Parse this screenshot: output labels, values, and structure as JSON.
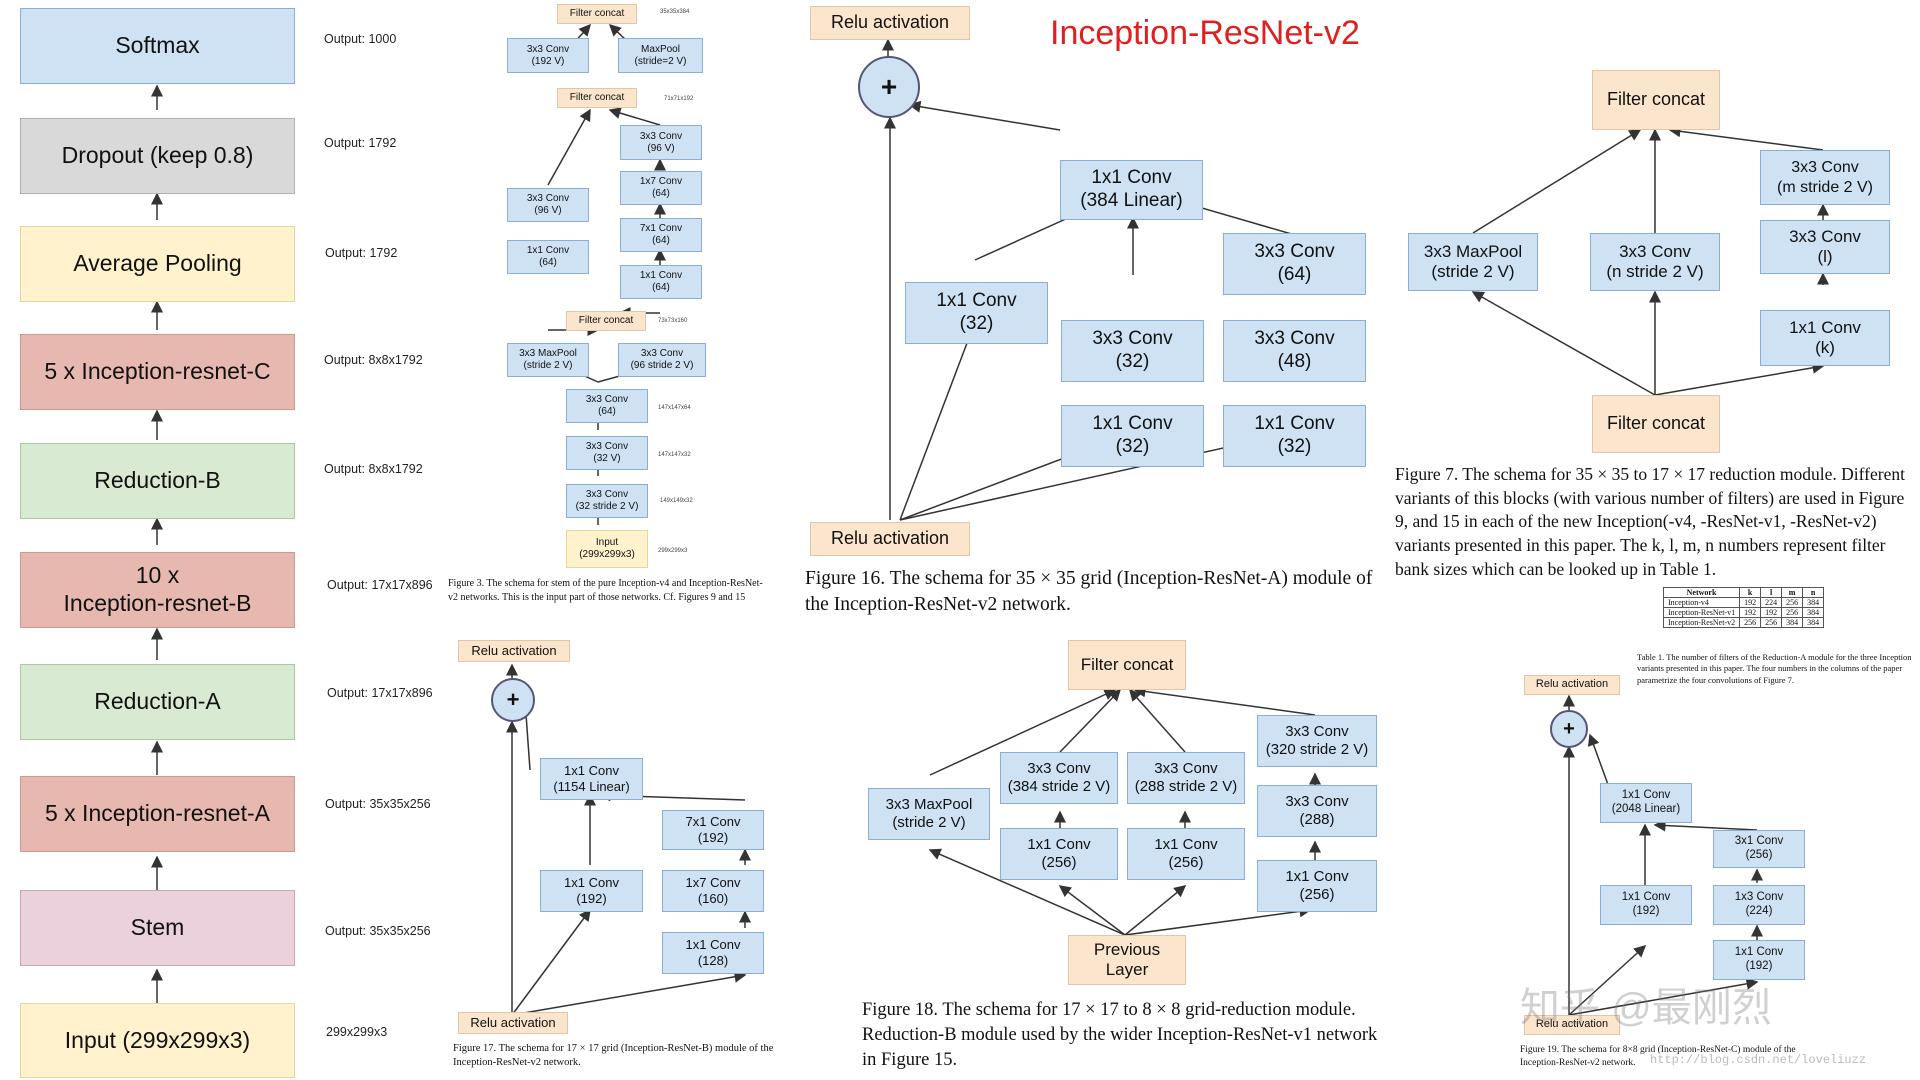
{
  "left_stack": {
    "blocks": [
      "Softmax",
      "Dropout (keep 0.8)",
      "Average Pooling",
      "5 x Inception-resnet-C",
      "Reduction-B",
      "10 x\nInception-resnet-B",
      "Reduction-A",
      "5 x Inception-resnet-A",
      "Stem",
      "Input (299x299x3)"
    ],
    "colors": [
      "#cfe2f3",
      "#d9d9d9",
      "#fff2cc",
      "#e6b8af",
      "#d9ead3",
      "#e6b8af",
      "#d9ead3",
      "#e6b8af",
      "#ead1dc",
      "#fff2cc"
    ],
    "outputs": [
      "Output: 1000",
      "Output: 1792",
      "Output: 1792",
      "Output: 8x8x1792",
      "Output: 8x8x1792",
      "Output: 17x17x896",
      "Output: 17x17x896",
      "Output: 35x35x256",
      "Output: 35x35x256",
      "299x299x3"
    ]
  },
  "stem": {
    "boxes": [
      "Filter concat",
      "3x3 Conv\n(192 V)",
      "MaxPool\n(stride=2 V)",
      "Filter concat",
      "3x3 Conv\n(96 V)",
      "1x7 Conv\n(64)",
      "7x1 Conv\n(64)",
      "1x1 Conv\n(64)",
      "3x3 Conv\n(96 V)",
      "1x1 Conv\n(64)",
      "Filter concat",
      "3x3 MaxPool\n(stride 2 V)",
      "3x3 Conv\n(96 stride 2 V)",
      "3x3 Conv\n(64)",
      "3x3 Conv\n(32 V)",
      "3x3 Conv\n(32 stride 2 V)",
      "Input\n(299x299x3)"
    ],
    "dims": [
      "35x35x384",
      "71x71x192",
      "73x73x160",
      "147x147x64",
      "147x147x32",
      "149x149x32",
      "299x299x3"
    ],
    "caption": "Figure 3. The schema for stem of the pure Inception-v4 and Inception-ResNet-v2 networks. This is the input part of those networks. Cf. Figures 9 and 15"
  },
  "fig17": {
    "boxes": [
      "Relu activation",
      "1x1 Conv\n(1154 Linear)",
      "7x1 Conv\n(192)",
      "1x1 Conv\n(192)",
      "1x7 Conv\n(160)",
      "1x1 Conv\n(128)",
      "Relu activation"
    ],
    "plus": "+",
    "caption": "Figure 17. The schema for 17 × 17 grid (Inception-ResNet-B) module of the Inception-ResNet-v2 network."
  },
  "fig16": {
    "title": "Inception-ResNet-v2",
    "boxes": [
      "Relu activation",
      "1x1 Conv\n(384 Linear)",
      "1x1 Conv\n(32)",
      "3x3 Conv\n(32)",
      "3x3 Conv\n(64)",
      "3x3 Conv\n(48)",
      "1x1 Conv\n(32)",
      "1x1 Conv\n(32)",
      "Relu activation"
    ],
    "plus": "+",
    "caption": "Figure 16. The schema for 35 × 35 grid (Inception-ResNet-A) module of the Inception-ResNet-v2 network."
  },
  "fig18": {
    "boxes": [
      "Filter concat",
      "3x3 Conv\n(320 stride 2 V)",
      "3x3 Conv\n(384 stride 2 V)",
      "3x3 Conv\n(288 stride 2 V)",
      "3x3 Conv\n(288)",
      "3x3 MaxPool\n(stride 2 V)",
      "1x1 Conv\n(256)",
      "1x1 Conv\n(256)",
      "1x1 Conv\n(256)",
      "Previous\nLayer"
    ],
    "caption": "Figure 18. The schema for 17 × 17 to 8 × 8 grid-reduction module. Reduction-B module used by the wider Inception-ResNet-v1 network in Figure 15."
  },
  "fig7": {
    "boxes": [
      "Filter concat",
      "3x3 Conv\n(m stride 2 V)",
      "3x3 MaxPool\n(stride 2 V)",
      "3x3 Conv\n(n stride 2 V)",
      "3x3 Conv\n(l)",
      "1x1 Conv\n(k)",
      "Filter concat"
    ],
    "caption": "Figure 7. The schema for 35 × 35 to 17 × 17 reduction module. Different variants of this blocks (with various number of filters) are used in Figure 9, and 15 in each of the new Inception(-v4, -ResNet-v1, -ResNet-v2) variants presented in this paper. The k, l, m, n numbers represent filter bank sizes which can be looked up in Table 1."
  },
  "table1": {
    "headers": [
      "Network",
      "k",
      "l",
      "m",
      "n"
    ],
    "rows": [
      [
        "Inception-v4",
        "192",
        "224",
        "256",
        "384"
      ],
      [
        "Inception-ResNet-v1",
        "192",
        "192",
        "256",
        "384"
      ],
      [
        "Inception-ResNet-v2",
        "256",
        "256",
        "384",
        "384"
      ]
    ],
    "caption": "Table 1. The number of filters of the Reduction-A module for the three Inception variants presented in this paper. The four numbers in the columns of the paper parametrize the four convolutions of Figure 7."
  },
  "fig19": {
    "boxes": [
      "Relu activation",
      "1x1 Conv\n(2048 Linear)",
      "3x1 Conv\n(256)",
      "1x1 Conv\n(192)",
      "1x3 Conv\n(224)",
      "1x1 Conv\n(192)",
      "Relu activation"
    ],
    "plus": "+",
    "caption": "Figure 19. The schema for 8×8 grid (Inception-ResNet-C) module of the Inception-ResNet-v2 network."
  },
  "watermark": {
    "zhihu": "知乎 @最刚烈",
    "url": "http://blog.csdn.net/loveliuzz"
  }
}
